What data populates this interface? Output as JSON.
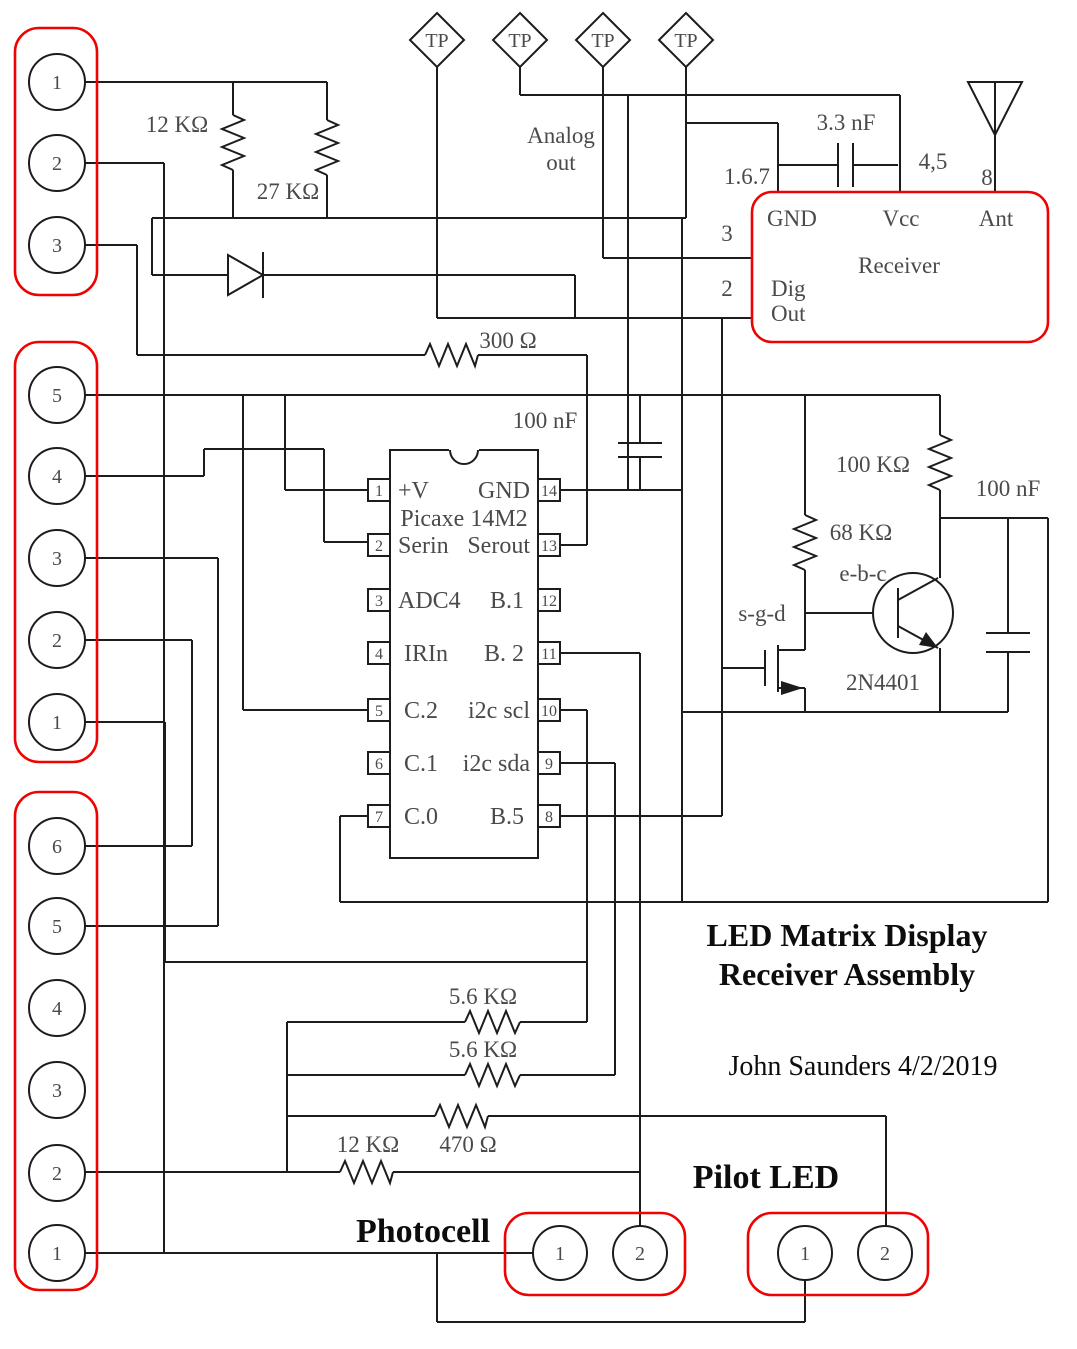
{
  "title": {
    "line1": "LED Matrix Display",
    "line2": "Receiver Assembly",
    "credit": "John Saunders  4/2/2019"
  },
  "annotations": {
    "analog_out_line1": "Analog",
    "analog_out_line2": "out",
    "test_point": "TP"
  },
  "receiver": {
    "name": "Receiver",
    "pins": {
      "gnd": "GND",
      "vcc": "Vcc",
      "ant": "Ant",
      "dig_line1": "Dig",
      "dig_line2": "Out"
    },
    "external_pin_numbers": {
      "gnd": "1.6.7",
      "vcc": "4,5",
      "ant": "8",
      "pin3": "3",
      "pin2": "2"
    }
  },
  "ic": {
    "name": "Picaxe 14M2",
    "left_pins": [
      {
        "num": "1",
        "label": "+V"
      },
      {
        "num": "2",
        "label": "Serin"
      },
      {
        "num": "3",
        "label": "ADC4"
      },
      {
        "num": "4",
        "label": "IRIn"
      },
      {
        "num": "5",
        "label": "C.2"
      },
      {
        "num": "6",
        "label": "C.1"
      },
      {
        "num": "7",
        "label": "C.0"
      }
    ],
    "right_pins": [
      {
        "num": "14",
        "label": "GND"
      },
      {
        "num": "13",
        "label": "Serout"
      },
      {
        "num": "12",
        "label": "B.1"
      },
      {
        "num": "11",
        "label": "B. 2"
      },
      {
        "num": "10",
        "label": "i2c scl"
      },
      {
        "num": "9",
        "label": "i2c sda"
      },
      {
        "num": "8",
        "label": "B.5"
      }
    ]
  },
  "transistor": {
    "part": "2N4401",
    "pin_order": "e-b-c"
  },
  "mosfet": {
    "pin_order": "s-g-d"
  },
  "resistors": {
    "r_12k_top": "12 KΩ",
    "r_27k": "27 KΩ",
    "r_300": "300 Ω",
    "r_100k": "100 KΩ",
    "r_68k": "68 KΩ",
    "r_5k6_a": "5.6 KΩ",
    "r_5k6_b": "5.6 KΩ",
    "r_470": "470 Ω",
    "r_12k_bottom": "12 KΩ"
  },
  "capacitors": {
    "c_3n3": "3.3 nF",
    "c_100n_ic": "100 nF",
    "c_100n_right": "100 nF"
  },
  "connectors": {
    "top_left": {
      "pins": [
        "1",
        "2",
        "3"
      ]
    },
    "mid_left": {
      "pins": [
        "5",
        "4",
        "3",
        "2",
        "1"
      ]
    },
    "bottom_left": {
      "pins": [
        "6",
        "5",
        "4",
        "3",
        "2",
        "1"
      ]
    },
    "photocell": {
      "label": "Photocell",
      "pins": [
        "1",
        "2"
      ]
    },
    "pilot_led": {
      "label": "Pilot LED",
      "pins": [
        "1",
        "2"
      ]
    }
  },
  "colors": {
    "red": "#ee0202",
    "wire": "#1c1c1c",
    "label": "#4a4a4a",
    "black": "#0d0d0d"
  }
}
